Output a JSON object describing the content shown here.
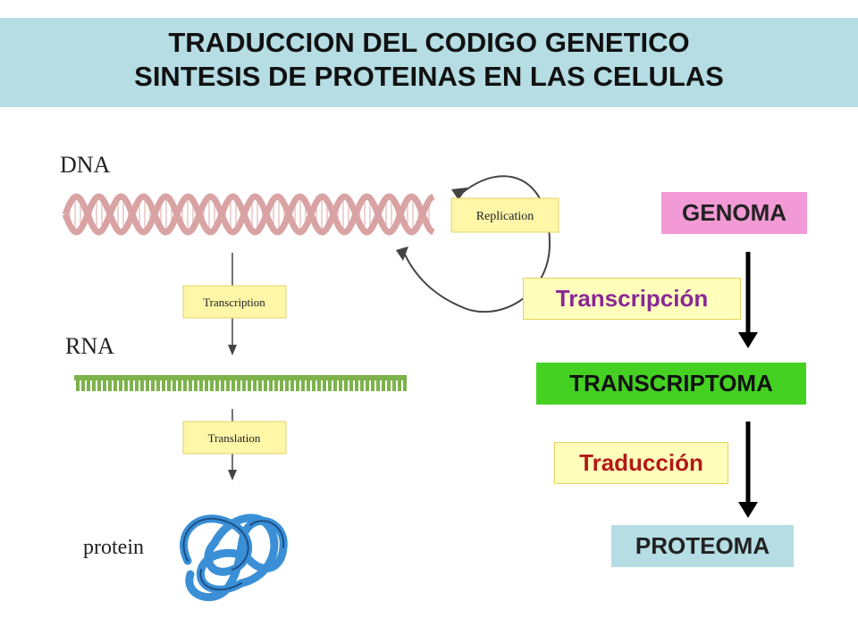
{
  "title": {
    "line1": "TRADUCCION DEL CODIGO GENETICO",
    "line2": "SINTESIS DE PROTEINAS EN LAS CELULAS"
  },
  "figure": {
    "dna_label": "DNA",
    "replication_label": "Replication",
    "transcription_label": "Transcription",
    "rna_label": "RNA",
    "translation_label": "Translation",
    "protein_label": "protein"
  },
  "flow": {
    "genoma": "GENOMA",
    "transcripcion": "Transcripción",
    "transcriptoma": "TRANSCRIPTOMA",
    "traduccion": "Traducción",
    "proteoma": "PROTEOMA"
  },
  "colors": {
    "title_bg": "#b5dde3",
    "genoma_bg": "#f29ad5",
    "transcriptoma_bg": "#44d122",
    "proteoma_bg": "#b5dde3",
    "label_box_bg": "#ffffbb",
    "dna_color": "#d9a3a3",
    "rna_color": "#7db34a",
    "protein_color": "#3a8fd6"
  }
}
